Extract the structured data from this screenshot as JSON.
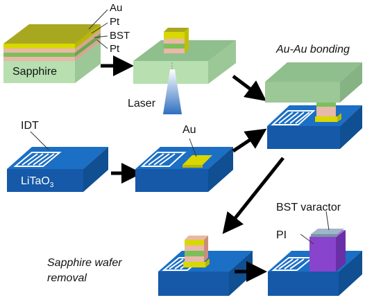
{
  "labels": {
    "au_top": "Au",
    "pt_top": "Pt",
    "bst": "BST",
    "pt_bottom": "Pt",
    "sapphire": "Sapphire",
    "laser": "Laser",
    "au_au_bonding": "Au-Au bonding",
    "idt": "IDT",
    "litao3_main": "LiTaO",
    "litao3_sub": "3",
    "au_pad": "Au",
    "bst_varactor": "BST varactor",
    "pi": "PI",
    "sapphire_removal_line1": "Sapphire wafer",
    "sapphire_removal_line2": "removal"
  },
  "colors": {
    "sapphire_top": "#7fa87e",
    "sapphire_front": "#b7dfb0",
    "litao3_top": "#1b6fc4",
    "litao3_front": "#1559a8",
    "gold": "#d8d800",
    "platinum": "#e8b8a8",
    "bst": "#7cbf5a",
    "pi": "#8844cc",
    "arrow": "#000000"
  }
}
